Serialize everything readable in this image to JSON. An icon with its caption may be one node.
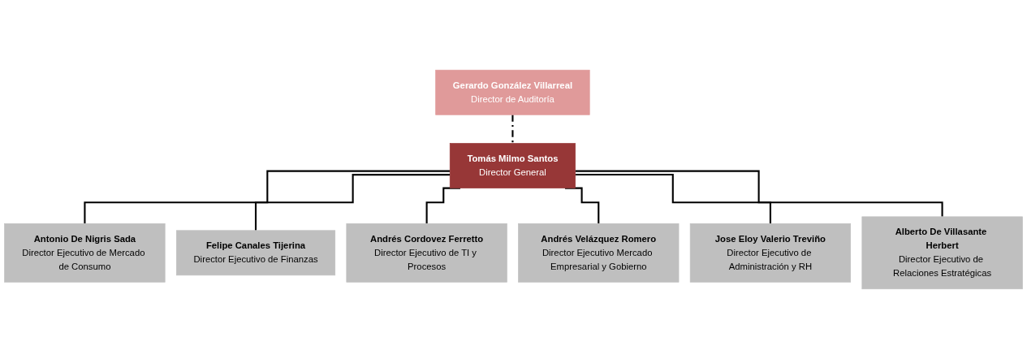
{
  "diagram": {
    "nodes": [
      {
        "text": [
          "Gerardo González Villarreal",
          "Director de Auditoría"
        ]
      },
      {
        "text": [
          "Tomás Milmo Santos",
          "Director General"
        ]
      },
      {
        "text": [
          "Antonio De Nigris Sada",
          "Director Ejecutivo de Mercado de Consumo"
        ]
      },
      {
        "text": [
          "Felipe Canales Tijerina",
          "Director Ejecutivo de Finanzas"
        ]
      },
      {
        "text": [
          "Andrés Cordovez Ferretto",
          "Director Ejecutivo de TI y Procesos"
        ]
      },
      {
        "text": [
          "Andrés Velázquez Romero",
          "Director Ejecutivo Mercado Empresarial y Gobierno"
        ]
      },
      {
        "text": [
          "Jose Eloy Valerio Treviño",
          "Director Ejecutivo de Administración y RH"
        ]
      },
      {
        "text": [
          "Alberto De Villasante Herbert",
          "Director Ejecutivo de Relaciones Estratégicas"
        ]
      }
    ],
    "edges": [
      {
        "from": 0,
        "to": 1,
        "arrow": "none",
        "style": "dashed"
      },
      {
        "from": 1,
        "to": 2,
        "arrow": "none"
      },
      {
        "from": 1,
        "to": 3,
        "arrow": "none"
      },
      {
        "from": 1,
        "to": 4,
        "arrow": "none"
      },
      {
        "from": 1,
        "to": 5,
        "arrow": "none"
      },
      {
        "from": 1,
        "to": 6,
        "arrow": "none"
      },
      {
        "from": 1,
        "to": 7,
        "arrow": "none"
      }
    ]
  }
}
